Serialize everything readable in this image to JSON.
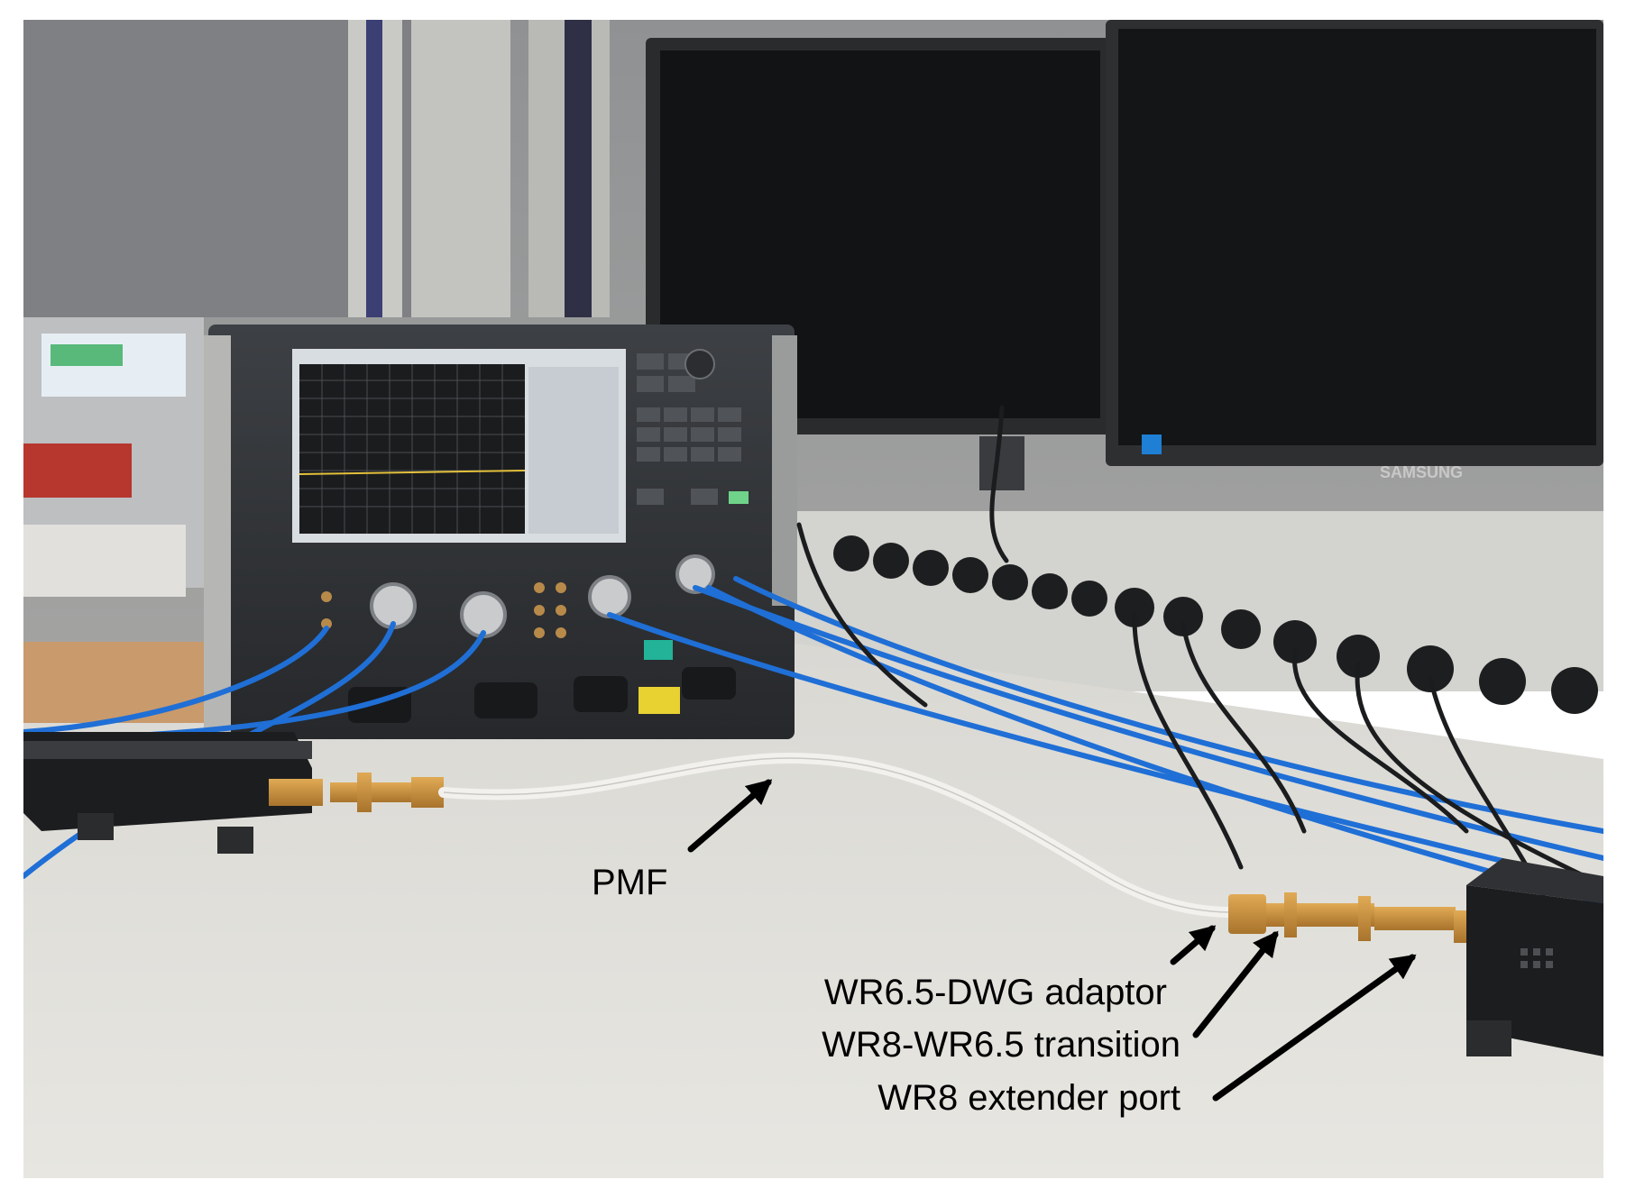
{
  "annotations": [
    {
      "id": "pmf",
      "text": "PMF"
    },
    {
      "id": "adaptor",
      "text": "WR6.5-DWG adaptor"
    },
    {
      "id": "transition",
      "text": "WR8-WR6.5 transition"
    },
    {
      "id": "extender",
      "text": "WR8 extender port"
    }
  ],
  "brand": {
    "monitor": "SAMSUNG"
  },
  "colors": {
    "label_text": "#000000",
    "arrow": "#000000",
    "cable_blue": "#1f6fd6",
    "cable_white": "#f2f1ee",
    "waveguide_gold": "#c8903c",
    "screen_trace": "#e3c13b"
  }
}
